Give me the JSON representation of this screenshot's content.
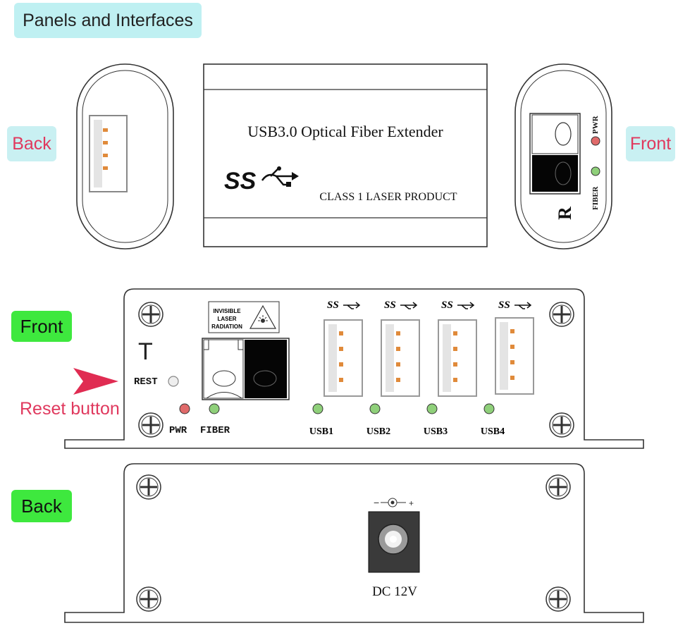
{
  "title": "Panels and Interfaces",
  "top": {
    "back_label": "Back",
    "front_label": "Front",
    "product_name": "USB3.0 Optical Fiber Extender",
    "ss_logo": "SS",
    "laser_text": "CLASS 1 LASER PRODUCT",
    "pwr": "PWR",
    "fiber": "FIBER",
    "r_mark": "R",
    "colors": {
      "pwr_led": "#e06a6a",
      "fiber_led": "#8fd07a"
    }
  },
  "front_panel": {
    "label": "Front",
    "t_mark": "T",
    "reset": "REST",
    "reset_callout": "Reset button",
    "warning": [
      "INVISIBLE",
      "LASER",
      "RADIATION"
    ],
    "pwr": "PWR",
    "fiber": "FIBER",
    "ss_logo": "SS",
    "ports": [
      "USB1",
      "USB2",
      "USB3",
      "USB4"
    ]
  },
  "back_panel": {
    "label": "Back",
    "dc_label": "DC 12V",
    "polarity_minus": "−",
    "polarity_plus": "+"
  }
}
